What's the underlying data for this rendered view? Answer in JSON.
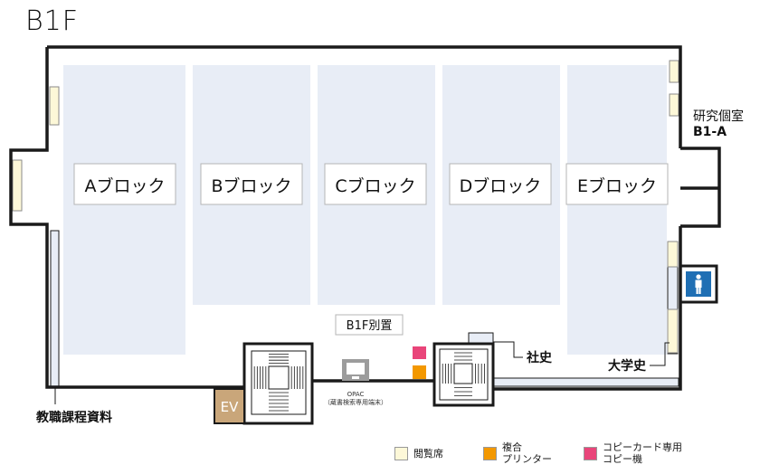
{
  "floor_title": "B1F",
  "colors": {
    "shelf": "#e8edf6",
    "reading_seat": "#fdf8d8",
    "printer": "#f39800",
    "copy_machine": "#e9457a",
    "elevator": "#c9a67a",
    "restroom": "#1f6fb4",
    "wall": "#1a1a1a"
  },
  "blocks": [
    {
      "label": "Aブロック"
    },
    {
      "label": "Bブロック"
    },
    {
      "label": "Cブロック"
    },
    {
      "label": "Dブロック"
    },
    {
      "label": "Eブロック"
    }
  ],
  "labels": {
    "annex": "B1F別置",
    "study_room_line1": "研究個室",
    "study_room_line2": "B1-A",
    "company_history": "社史",
    "university_history": "大学史",
    "teacher_materials": "教職課程資料",
    "elevator": "EV",
    "opac_line1": "OPAC",
    "opac_line2": "（蔵書検索専用端末）"
  },
  "icons": {
    "restroom": "restroom-icon",
    "opac": "computer-terminal-icon"
  },
  "legend": [
    {
      "label": "閲覧席",
      "color_key": "reading_seat"
    },
    {
      "label": "複合\nプリンター",
      "color_key": "printer"
    },
    {
      "label": "コピーカード専用\nコピー機",
      "color_key": "copy_machine"
    }
  ]
}
